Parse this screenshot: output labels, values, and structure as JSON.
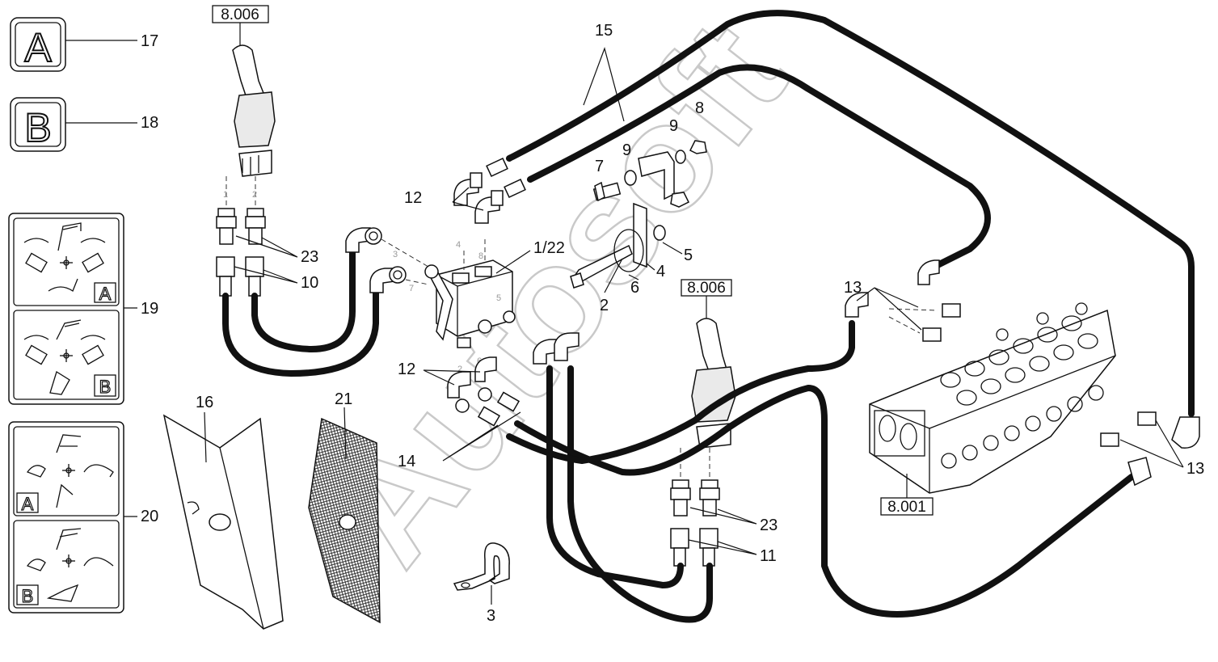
{
  "watermark": "Autosoft",
  "reference_boxes": [
    {
      "id": "ref-top-left",
      "text": "8.006"
    },
    {
      "id": "ref-center",
      "text": "8.006"
    },
    {
      "id": "ref-bottom-right",
      "text": "8.001"
    }
  ],
  "decals": {
    "a_letter": "A",
    "b_letter": "B"
  },
  "callouts": {
    "c15": "15",
    "c17": "17",
    "c18": "18",
    "c19": "19",
    "c20": "20",
    "c12_top": "12",
    "c12_low": "12",
    "c122": "1/22",
    "c23_left": "23",
    "c10": "10",
    "c23_right": "23",
    "c11": "11",
    "c7": "7",
    "c9_a": "9",
    "c9_b": "9",
    "c8": "8",
    "c5": "5",
    "c4": "4",
    "c6": "6",
    "c2": "2",
    "c13_top": "13",
    "c13_right": "13",
    "c14": "14",
    "c16": "16",
    "c21": "21",
    "c3": "3"
  },
  "ports": {
    "p3": "3",
    "p7": "7",
    "p4": "4",
    "p8": "8",
    "p5": "5",
    "p2": "2",
    "p6": "6",
    "j1": "1",
    "j2": "2"
  },
  "colors": {
    "line": "#111111",
    "watermark": "#c9c9c9",
    "background": "#ffffff"
  }
}
